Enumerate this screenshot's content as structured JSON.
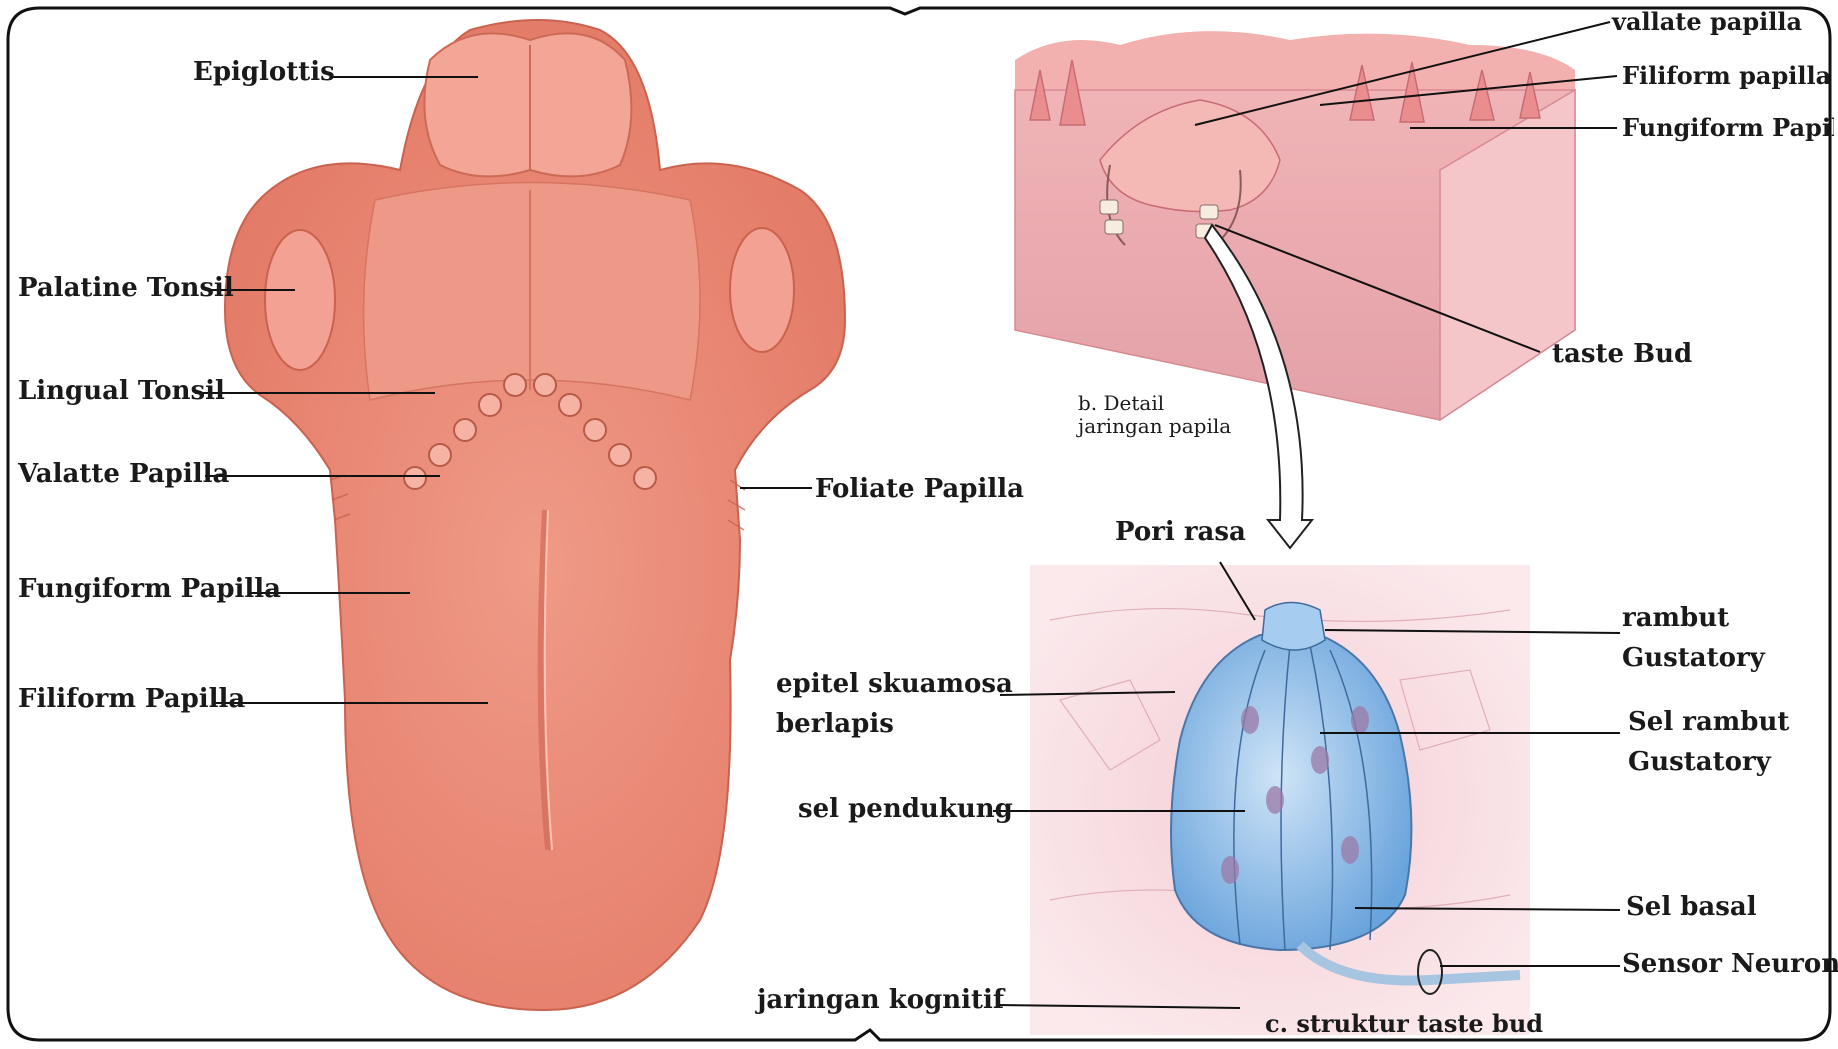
{
  "tongue_labels": {
    "epiglottis": "Epiglottis",
    "palatine_tonsil": "Palatine Tonsil",
    "lingual_tonsil": "Lingual Tonsil",
    "valatte_papilla": "Valatte Papilla",
    "fungiform_papilla": "Fungiform Papilla",
    "filiform_papilla": "Filiform Papilla",
    "foliate_papilla": "Foliate Papilla"
  },
  "tissue_labels": {
    "vallate_papilla": "vallate papilla",
    "filiform_papilla": "Filiform papilla",
    "fungiform_papilla": "Fungiform Papillae",
    "taste_bud": "taste Bud",
    "caption_line1": "b. Detail",
    "caption_line2": "jaringan papila"
  },
  "tastebud_labels": {
    "pori_rasa": "Pori rasa",
    "rambut_line1": "rambut",
    "rambut_line2": "Gustatory",
    "epitel_line1": "epitel skuamosa",
    "epitel_line2": "berlapis",
    "sel_rambut_line1": "Sel rambut",
    "sel_rambut_line2": "Gustatory",
    "sel_pendukung": "sel pendukung",
    "sel_basal": "Sel basal",
    "sensor_neuron": "Sensor Neuron",
    "jaringan_kognitif": "jaringan kognitif",
    "caption": "c. struktur taste bud"
  },
  "colors": {
    "tongue": "#ec8a78",
    "tongue_dark": "#d96d5c",
    "tissue": "#e9a3a6",
    "tastebud": "#8bb9e6",
    "frame": "#111111"
  }
}
